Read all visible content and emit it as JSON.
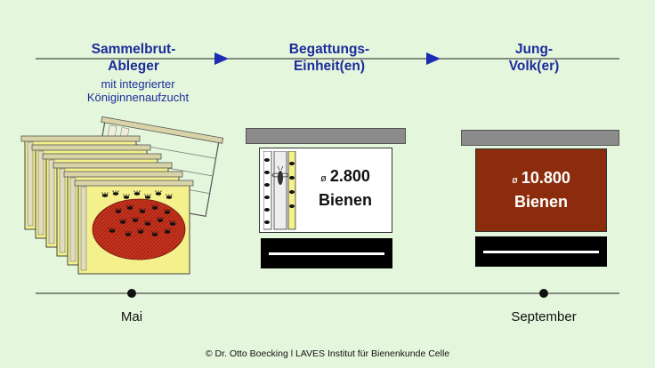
{
  "stages": [
    {
      "title_line1": "Sammelbrut-",
      "title_line2": "Ableger",
      "sub_line1": "mit integrierter",
      "sub_line2": "Königinnenaufzucht"
    },
    {
      "title_line1": "Begattungs-",
      "title_line2": "Einheit(en)"
    },
    {
      "title_line1": "Jung-",
      "title_line2": "Volk(er)"
    }
  ],
  "unit_small": {
    "diameter_symbol": "ø",
    "count": "2.800",
    "label": "Bienen"
  },
  "unit_large": {
    "diameter_symbol": "ø",
    "count": "10.800",
    "label": "Bienen"
  },
  "timeline": {
    "start_label": "Mai",
    "end_label": "September"
  },
  "footer": {
    "copyright_symbol": "©",
    "text": "Dr. Otto Boecking l LAVES Institut für Bienenkunde Celle"
  },
  "colors": {
    "background": "#e4f6dc",
    "title_blue": "#1c2c9c",
    "lid_gray": "#8c8c8c",
    "colony_brown": "#8b2d0c",
    "frame_yellow": "#f4f08c",
    "brood_red": "#c8321e",
    "arrow_blue": "#1c2cb4"
  },
  "icons": [
    "arrow-right-icon",
    "comb-frame-icon",
    "bee-icon",
    "hive-entrance-icon"
  ]
}
